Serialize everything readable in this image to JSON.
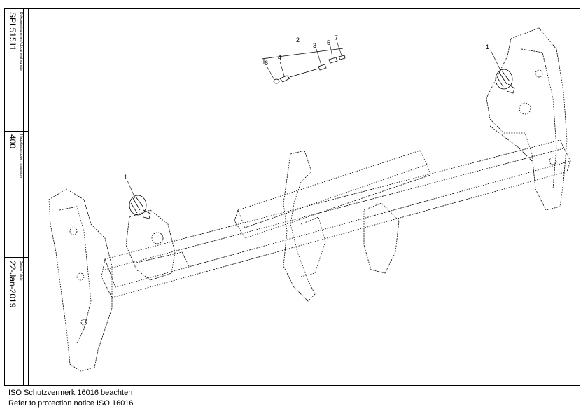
{
  "title_block": {
    "doc_label": "Dokumentnummer / document number",
    "doc_value": "SPL51511",
    "assembly_label": "Hauptbaugruppe / assembly",
    "assembly_value": "400",
    "date_label": "Datum / date",
    "date_value": "22-Jan-2019"
  },
  "callouts": {
    "c1": "1",
    "c2": "2",
    "c3": "3",
    "c4": "4",
    "c5": "5",
    "c6": "6",
    "c7": "7"
  },
  "footer": {
    "line1": "ISO Schutzvermerk 16016 beachten",
    "line2": "Refer to protection notice ISO 16016"
  }
}
